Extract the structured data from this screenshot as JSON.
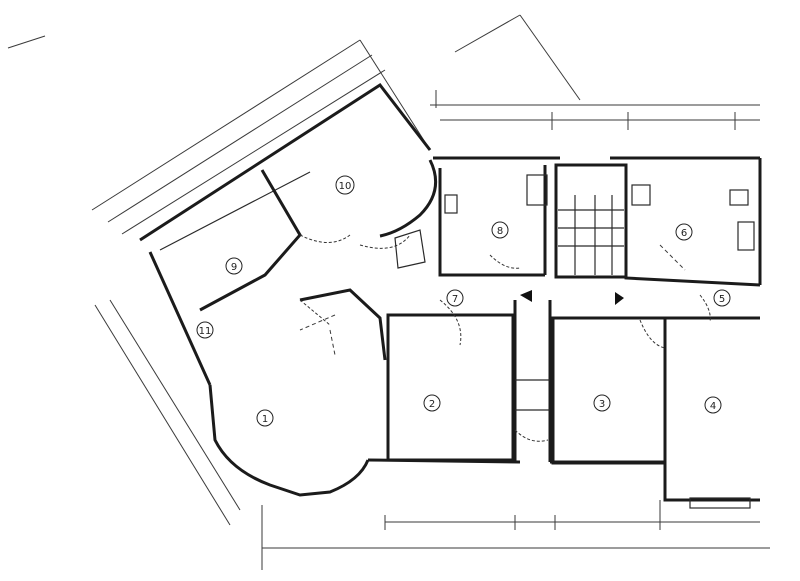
{
  "rooms": [
    {
      "id": "r1",
      "number": "1"
    },
    {
      "id": "r2",
      "number": "2"
    },
    {
      "id": "r3",
      "number": "3"
    },
    {
      "id": "r4",
      "number": "4"
    },
    {
      "id": "r5",
      "number": "5"
    },
    {
      "id": "r6",
      "number": "6"
    },
    {
      "id": "r7",
      "number": "7"
    },
    {
      "id": "r8",
      "number": "8"
    },
    {
      "id": "r9",
      "number": "9"
    },
    {
      "id": "r10",
      "number": "10"
    },
    {
      "id": "r11",
      "number": "11"
    }
  ],
  "colors": {
    "line": "#1b1b1b",
    "paper": "#ffffff"
  }
}
